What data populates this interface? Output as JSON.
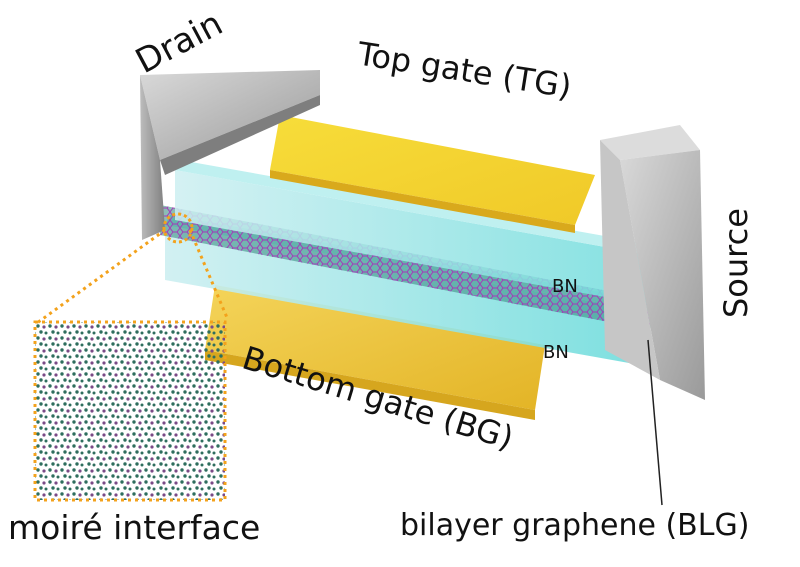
{
  "diagram": {
    "type": "device-schematic",
    "subject": "dual-gated bilayer graphene field-effect device with hBN encapsulation",
    "labels": {
      "drain": "Drain",
      "source": "Source",
      "top_gate": "Top gate (TG)",
      "bottom_gate": "Bottom gate (BG)",
      "bn_top": "BN",
      "bn_bottom": "BN",
      "moire": "moiré interface",
      "blg": "bilayer graphene (BLG)"
    },
    "colors": {
      "gold": "#f2cf2a",
      "gold_dark": "#d9a91c",
      "bn": "#7fe3e3",
      "bn_dark": "#4cc9c9",
      "metal": "#b8b8b8",
      "metal_dark": "#8a8a8a",
      "graphene": "#a23ab8",
      "moire_dot_green": "#2f6e5e",
      "moire_dot_purple": "#8a4a8f",
      "callout": "#f3a21c"
    }
  }
}
